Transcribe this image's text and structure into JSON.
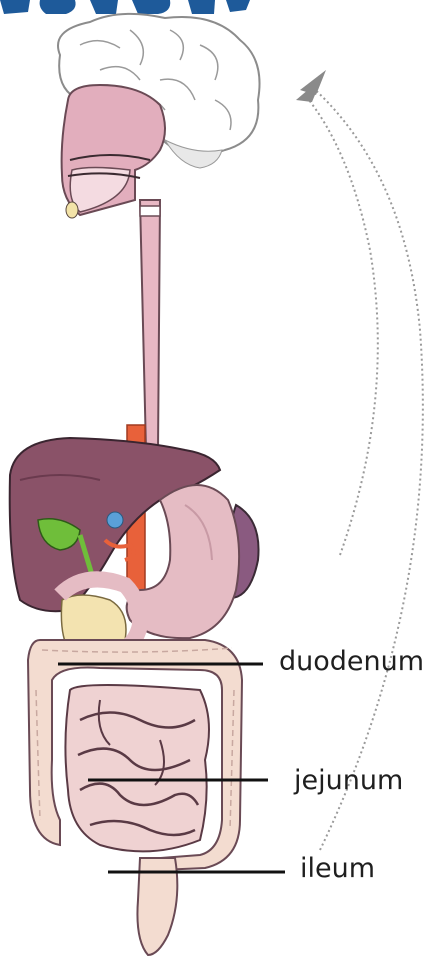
{
  "labels": {
    "duodenum": "duodenum",
    "jejunum": "jejunum",
    "ileum": "ileum"
  },
  "colors": {
    "header_text": "#1e5a9a",
    "label_line": "#111111",
    "text": "#1f1f1f",
    "liver": "#8a5268",
    "stomach": "#e5bcc4",
    "intestine": "#efd2d2",
    "colon": "#f3dcd0",
    "esophagus": "#e8b8c4",
    "gallbladder": "#6fbe3a",
    "aorta": "#e8613a",
    "pancreas": "#f3e3b0",
    "brain_outline": "#8c8c8c"
  }
}
